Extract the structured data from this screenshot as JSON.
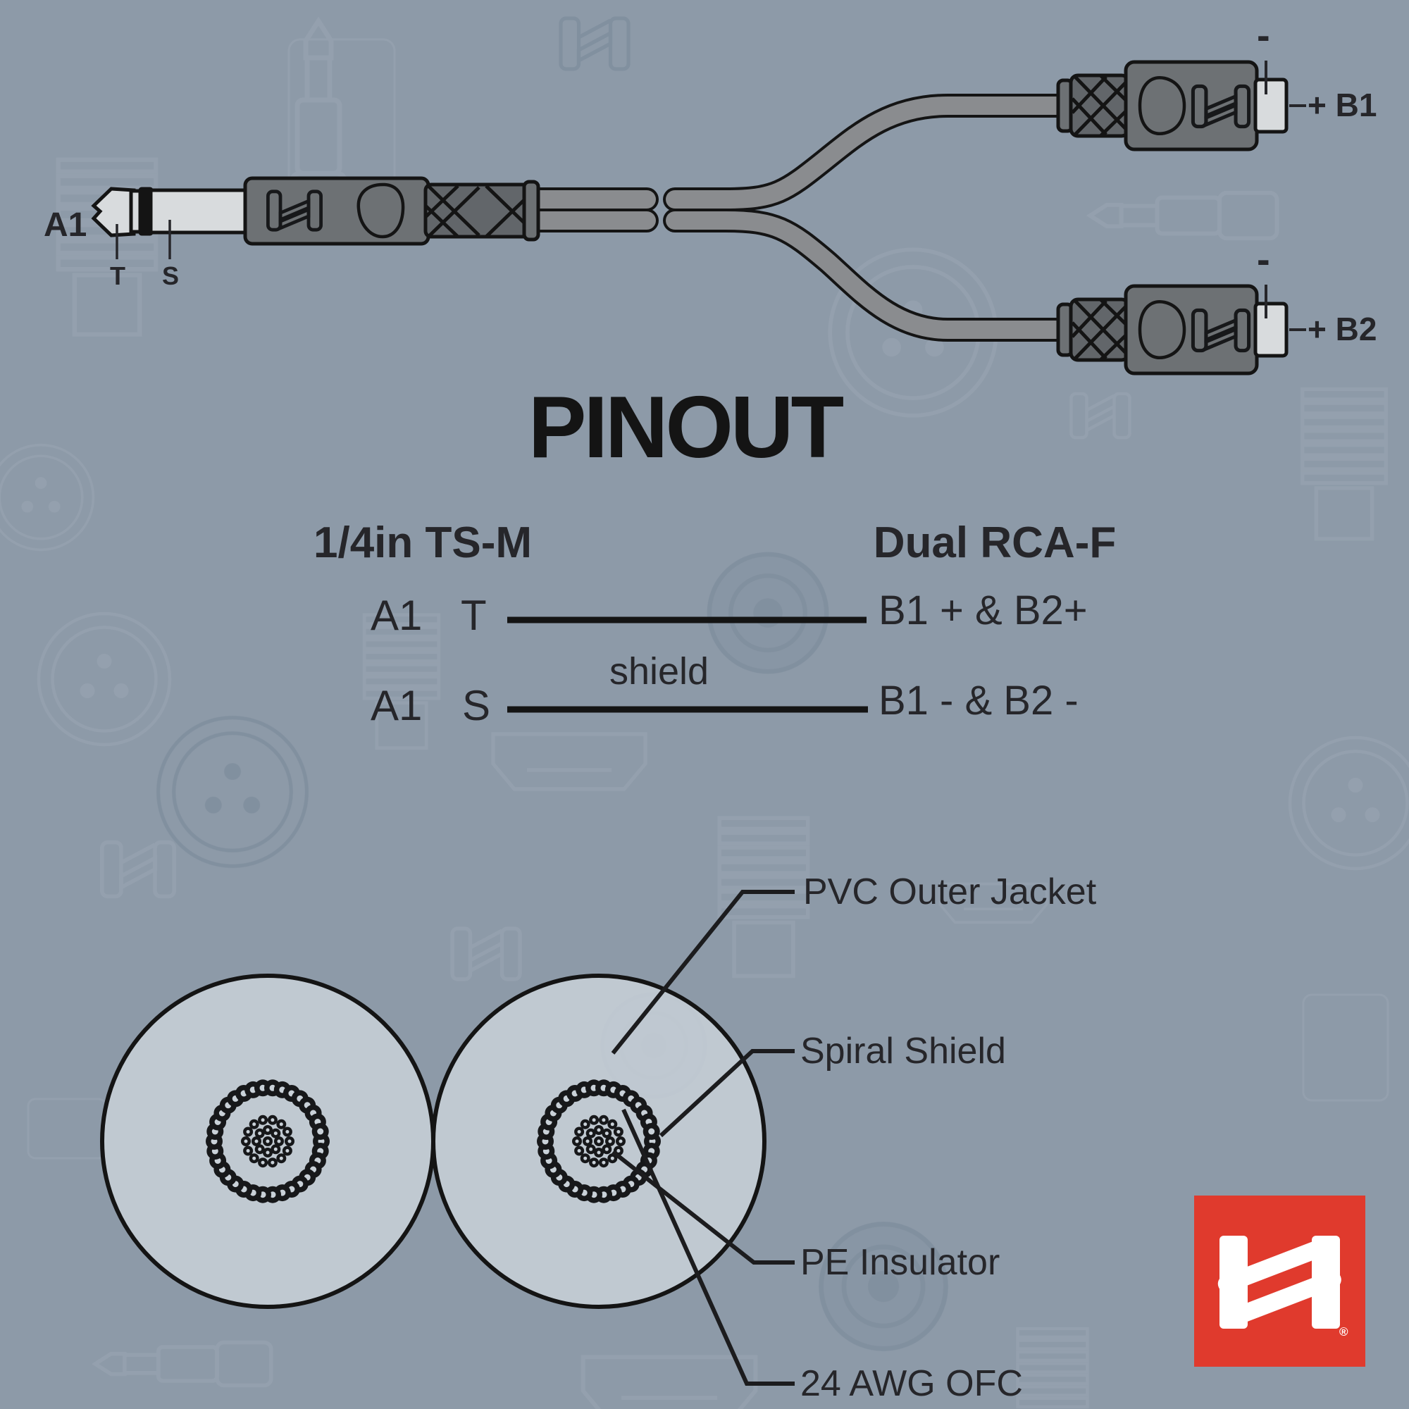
{
  "title": "PINOUT",
  "diagram": {
    "source_plug_label": "A1",
    "tip_label": "T",
    "sleeve_label": "S",
    "rca_top": {
      "minus": "-",
      "plus": "+ B1"
    },
    "rca_bottom": {
      "minus": "-",
      "plus": "+ B2"
    }
  },
  "pinout_table": {
    "left_header": "1/4in TS-M",
    "right_header": "Dual RCA-F",
    "rows": [
      {
        "connector": "A1",
        "pin": "T",
        "wire": "",
        "right": "B1  + & B2+"
      },
      {
        "connector": "A1",
        "pin": "S",
        "wire": "shield",
        "right": "B1 - & B2 -"
      }
    ]
  },
  "cross_section": {
    "labels": [
      "PVC Outer Jacket",
      "Spiral Shield",
      "PE Insulator",
      "24 AWG OFC"
    ]
  },
  "logo": {
    "reg_mark": "®"
  },
  "colors": {
    "background": "#8d9aa8",
    "ink": "#26262a",
    "outline_black": "#141414",
    "logo_red": "#e03a2d",
    "metal_light": "#d8dbdd",
    "connector_body_gray": "#6d7174",
    "cable_gray": "#8a8c8f",
    "cross_section_fill": "#c9d1d8"
  }
}
